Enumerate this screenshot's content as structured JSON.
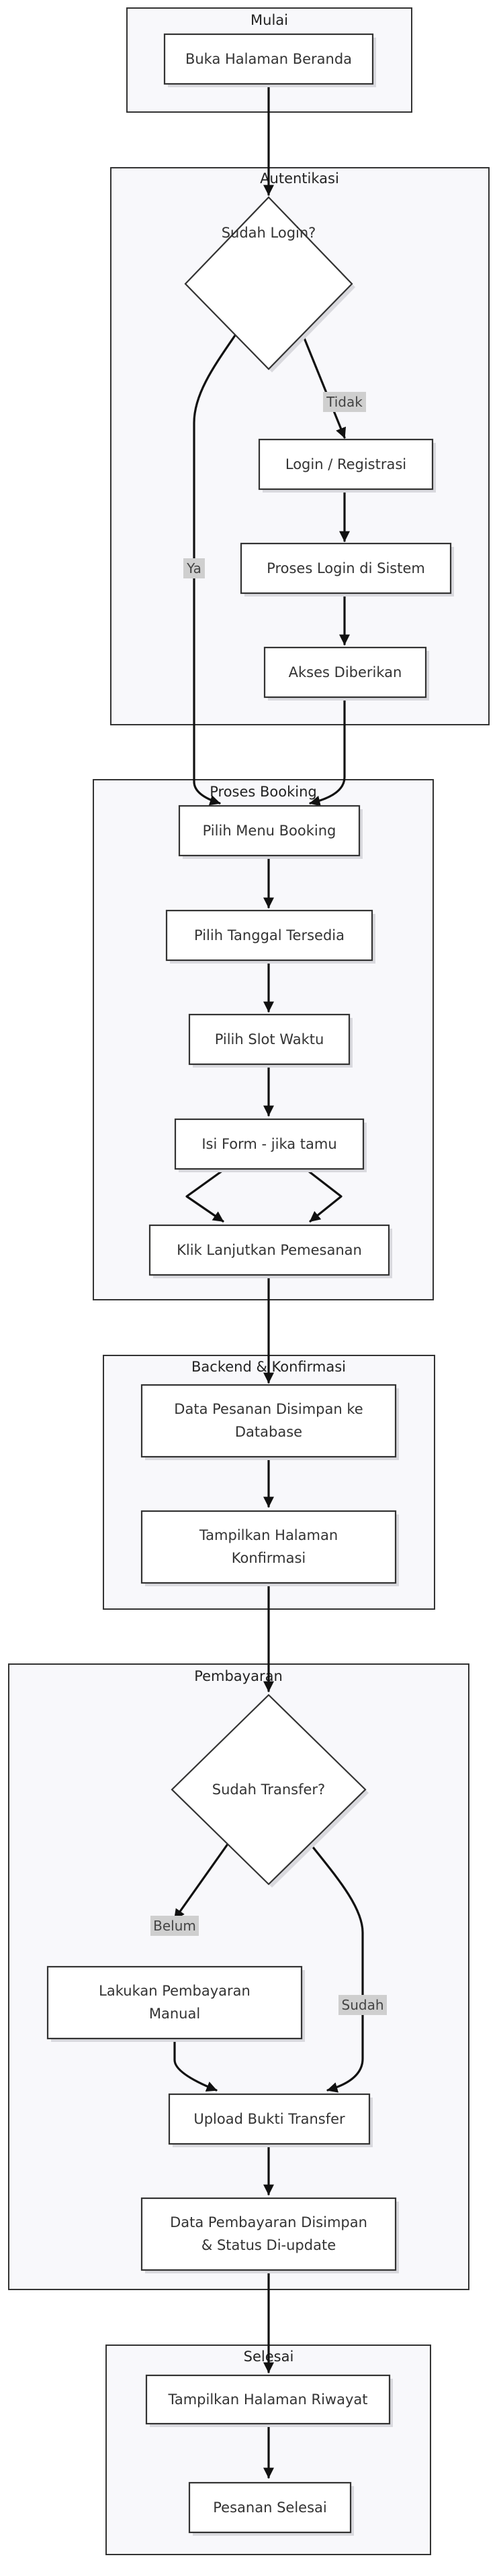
{
  "clusters": {
    "mulai": "Mulai",
    "autentikasi": "Autentikasi",
    "proses_booking": "Proses Booking",
    "backend": "Backend & Konfirmasi",
    "pembayaran": "Pembayaran",
    "selesai": "Selesai"
  },
  "nodes": {
    "buka_halaman": "Buka Halaman Beranda",
    "sudah_login": "Sudah Login?",
    "login_registrasi": "Login / Registrasi",
    "proses_login": "Proses Login di Sistem",
    "akses_diberikan": "Akses Diberikan",
    "pilih_menu": "Pilih Menu Booking",
    "pilih_tanggal": "Pilih Tanggal Tersedia",
    "pilih_slot": "Pilih Slot Waktu",
    "isi_form": "Isi Form - jika tamu",
    "klik_lanjutkan": "Klik Lanjutkan Pemesanan",
    "data_disimpan_1": "Data Pesanan Disimpan ke",
    "data_disimpan_2": "Database",
    "tampilkan_konfirmasi_1": "Tampilkan Halaman",
    "tampilkan_konfirmasi_2": "Konfirmasi",
    "sudah_transfer": "Sudah Transfer?",
    "pembayaran_manual_1": "Lakukan Pembayaran",
    "pembayaran_manual_2": "Manual",
    "upload_bukti": "Upload Bukti Transfer",
    "data_pembayaran_1": "Data Pembayaran Disimpan",
    "data_pembayaran_2": "& Status Di-update",
    "tampilkan_riwayat": "Tampilkan Halaman Riwayat",
    "pesanan_selesai": "Pesanan Selesai"
  },
  "edge_labels": {
    "tidak": "Tidak",
    "ya": "Ya",
    "belum": "Belum",
    "sudah": "Sudah"
  }
}
